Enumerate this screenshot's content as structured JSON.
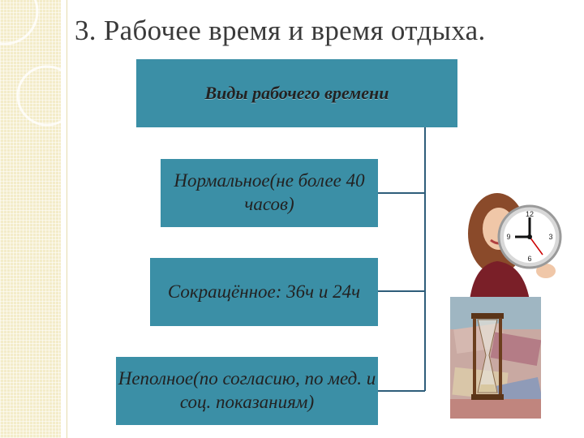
{
  "slide": {
    "title": "3. Рабочее время и время отдыха."
  },
  "diagram": {
    "header": "Виды рабочего времени",
    "items": [
      {
        "label": "Нормальное(не более 40 часов)"
      },
      {
        "label": "Сокращённое: 36ч и 24ч"
      },
      {
        "label": "Неполное(по согласию, по мед. и соц. показаниям)"
      }
    ]
  },
  "images": {
    "clock_woman": "woman-holding-clock",
    "hourglass_money": "hourglass-on-banknotes"
  },
  "colors": {
    "box_fill": "#3b8fa6",
    "connector": "#2e5d7a",
    "title_text": "#3a3a3a",
    "strip": "#f3ecc9"
  }
}
